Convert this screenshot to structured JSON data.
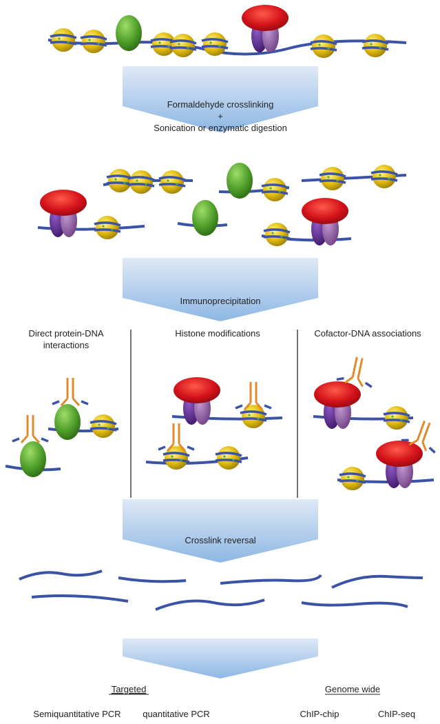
{
  "steps": {
    "step1_line1": "Formaldehyde crosslinking",
    "step1_plus": "+",
    "step1_line2": "Sonication or enzymatic digestion",
    "step2": "Immunoprecipitation",
    "step3": "Crosslink reversal"
  },
  "categories": {
    "direct_line1": "Direct protein-DNA",
    "direct_line2": "interactions",
    "histone": "Histone modifications",
    "cofactor": "Cofactor-DNA associations"
  },
  "outputs": {
    "targeted": "Targeted",
    "genome_wide": "Genome wide",
    "semi_pcr": "Semiquantitative PCR",
    "q_pcr": "quantitative PCR",
    "chip_chip": "ChIP-chip",
    "chip_seq": "ChIP-seq"
  },
  "colors": {
    "dna": "#3a53a4",
    "histone": "#e6c21a",
    "tf_green": "#5aa832",
    "red_cap": "#d8141b",
    "purple": "#5a2a8a",
    "lilac": "#8c5aa0",
    "antibody": "#e08a2a",
    "arrow": "#a9c9ea"
  }
}
